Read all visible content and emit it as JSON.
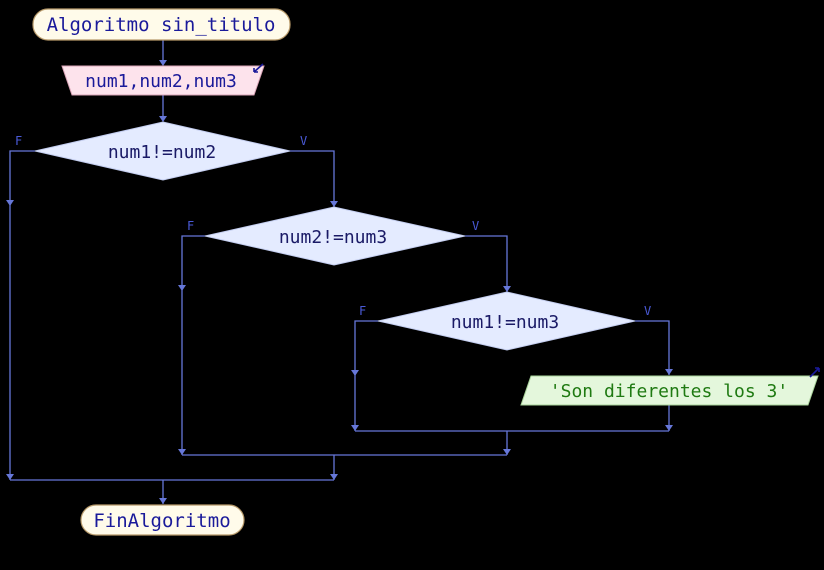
{
  "diagram": {
    "start_label": "Algoritmo sin_titulo",
    "read_label": "num1,num2,num3",
    "decisions": [
      {
        "condition": "num1!=num2",
        "false_label": "F",
        "true_label": "V"
      },
      {
        "condition": "num2!=num3",
        "false_label": "F",
        "true_label": "V"
      },
      {
        "condition": "num1!=num3",
        "false_label": "F",
        "true_label": "V"
      }
    ],
    "output_label": "'Son diferentes los 3'",
    "end_label": "FinAlgoritmo"
  },
  "colors": {
    "background": "#000000",
    "edge": "#6677d9",
    "terminal_fill": "#fffbea",
    "terminal_stroke": "#b89a6a",
    "terminal_text": "#1a1a9a",
    "input_fill": "#fde3ec",
    "input_text": "#1a1a9a",
    "decision_fill": "#e4ebff",
    "decision_text": "#1a1a66",
    "output_fill": "#e4f7dc",
    "output_text": "#1f7a12",
    "branch_label": "#4a5ad8"
  }
}
